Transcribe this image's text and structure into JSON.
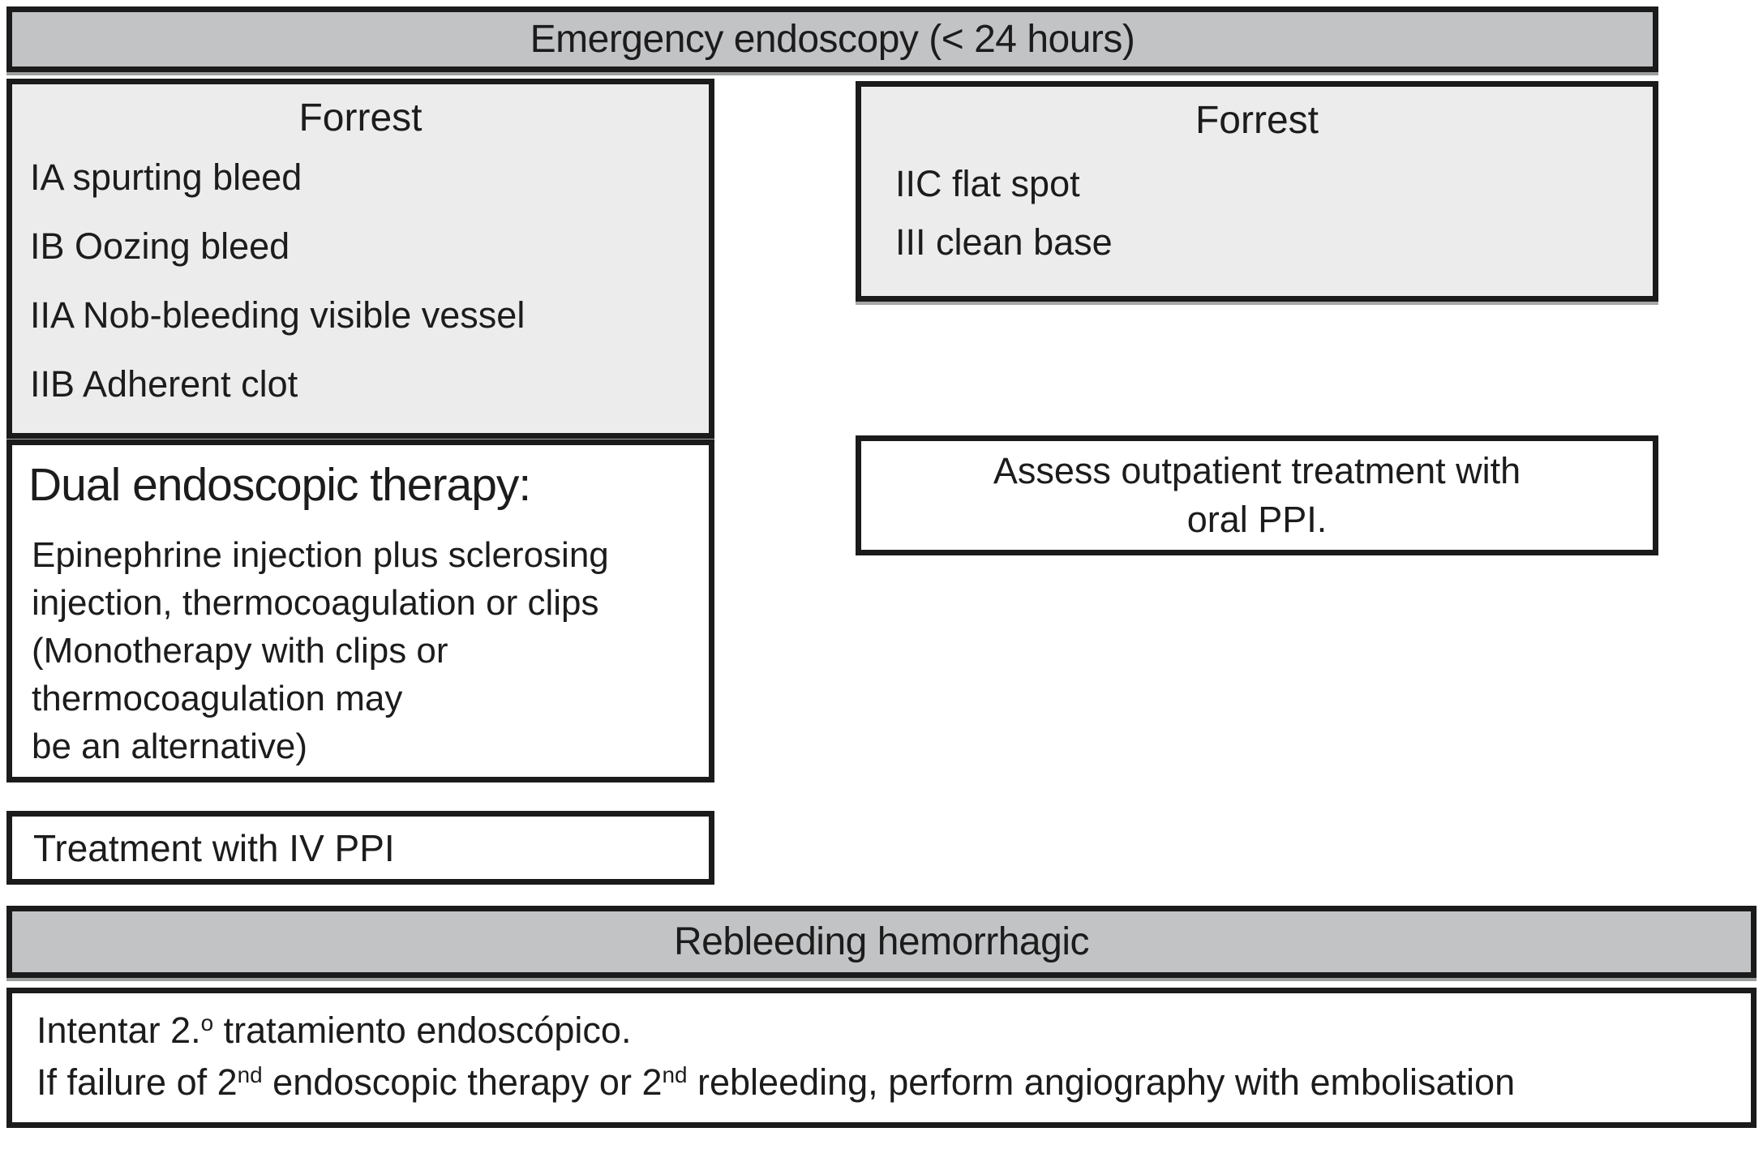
{
  "header": {
    "title": "Emergency endoscopy (< 24 hours)"
  },
  "forrest_left": {
    "title": "Forrest",
    "items": [
      "IA spurting bleed",
      "IB Oozing bleed",
      "IIA Nob-bleeding visible vessel",
      "IIB Adherent clot"
    ]
  },
  "forrest_right": {
    "title": "Forrest",
    "items": [
      "IIC flat spot",
      "III clean base"
    ]
  },
  "dual_therapy": {
    "title": "Dual endoscopic therapy:",
    "body_lines": [
      "Epinephrine injection plus sclerosing",
      "injection, thermocoagulation or clips",
      "(Monotherapy with clips or",
      "thermocoagulation may",
      "be an alternative)"
    ]
  },
  "assess": {
    "line1": "Assess outpatient treatment with",
    "line2": "oral PPI."
  },
  "iv_ppi": {
    "label": "Treatment with IV PPI"
  },
  "rebleeding": {
    "title": "Rebleeding hemorrhagic"
  },
  "footer": {
    "line1": {
      "pre": "Intentar 2.",
      "sup": "o",
      "post": " tratamiento endoscópico."
    },
    "line2": {
      "pre": "If failure of 2",
      "sup1": "nd",
      "mid": " endoscopic therapy or 2",
      "sup2": "nd",
      "post": " rebleeding, perform angiography with embolisation"
    }
  },
  "colors": {
    "bar_fill": "#c2c3c5",
    "panel_fill": "#ebeceb",
    "border": "#1b1b1b",
    "text": "#1c1c1c"
  }
}
